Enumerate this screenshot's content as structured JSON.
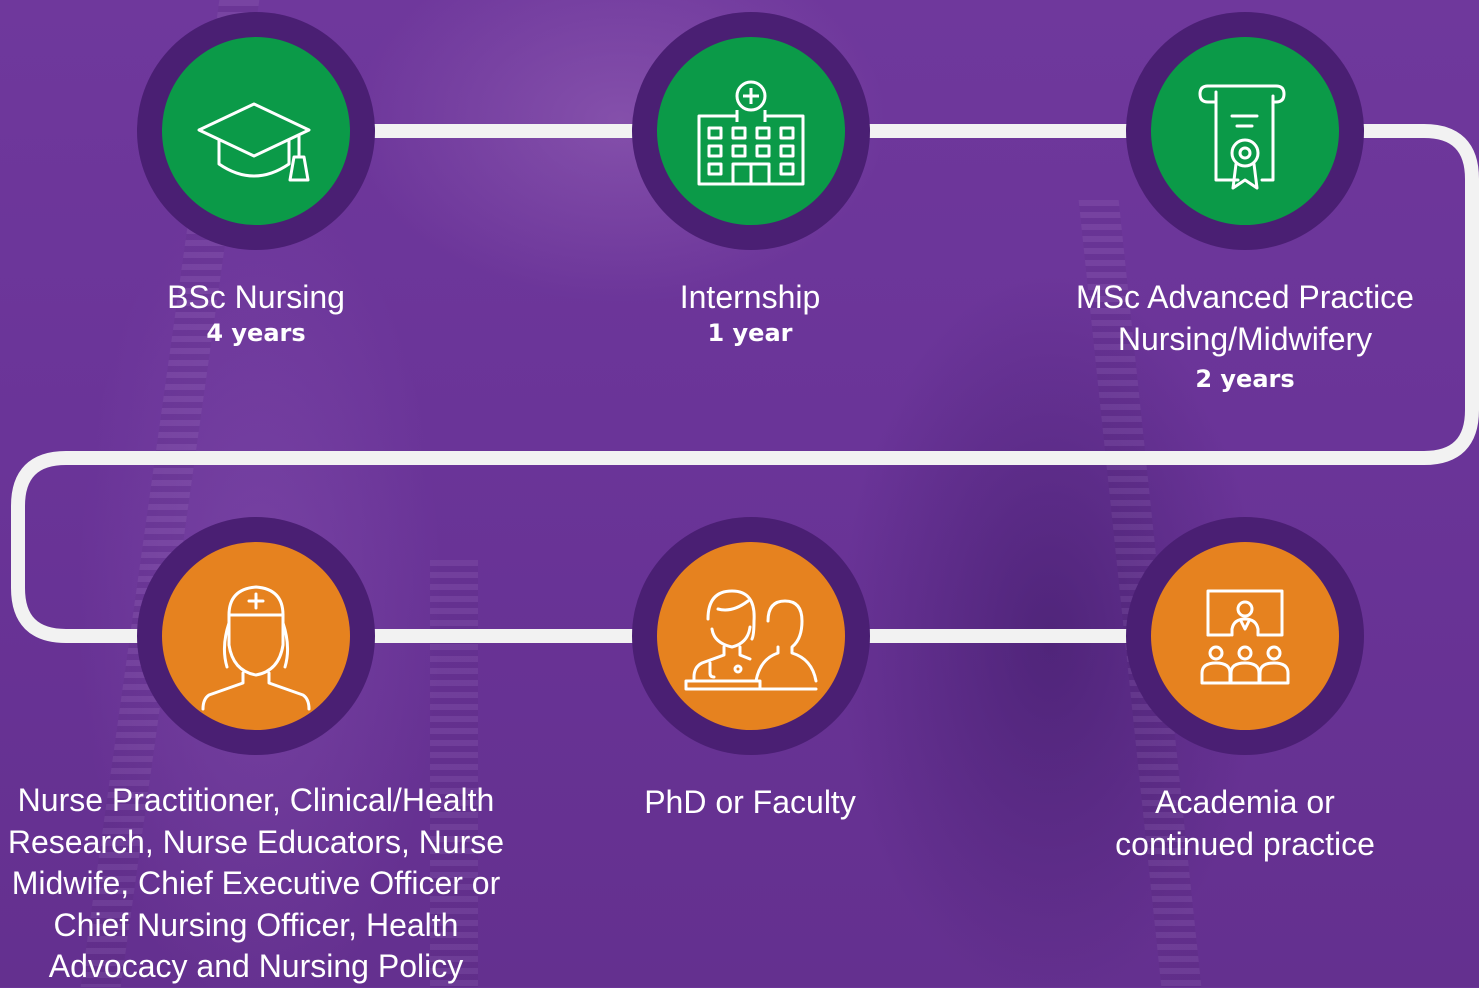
{
  "steps": [
    {
      "title": "BSc Nursing",
      "duration": "4 years",
      "icon": "graduation-cap-icon",
      "color": "#0b9a48"
    },
    {
      "title": "Internship",
      "duration": "1 year",
      "icon": "hospital-icon",
      "color": "#0b9a48"
    },
    {
      "title": "MSc Advanced Practice Nursing/Midwifery",
      "title_line1": "MSc Advanced Practice",
      "title_line2": "Nursing/Midwifery",
      "duration": "2 years",
      "icon": "certificate-icon",
      "color": "#0b9a48"
    },
    {
      "title": "Nurse Practitioner, Clinical/Health Research, Nurse Educators, Nurse Midwife, Chief Executive Officer or Chief Nursing Officer, Health Advocacy and Nursing Policy",
      "lines": [
        "Nurse Practitioner, Clinical/Health",
        "Research, Nurse Educators, Nurse",
        "Midwife, Chief Executive Officer or",
        "Chief Nursing Officer, Health",
        "Advocacy and Nursing Policy"
      ],
      "icon": "nurse-icon",
      "color": "#e6821f"
    },
    {
      "title": "PhD or Faculty",
      "icon": "doctor-consultation-icon",
      "color": "#e6821f"
    },
    {
      "title": "Academia or continued practice",
      "title_line1": "Academia or",
      "title_line2": "continued practice",
      "icon": "classroom-icon",
      "color": "#e6821f"
    }
  ],
  "colors": {
    "background": "#6a3498",
    "connector": "#f2f2f2",
    "ring": "#4a1f73"
  }
}
